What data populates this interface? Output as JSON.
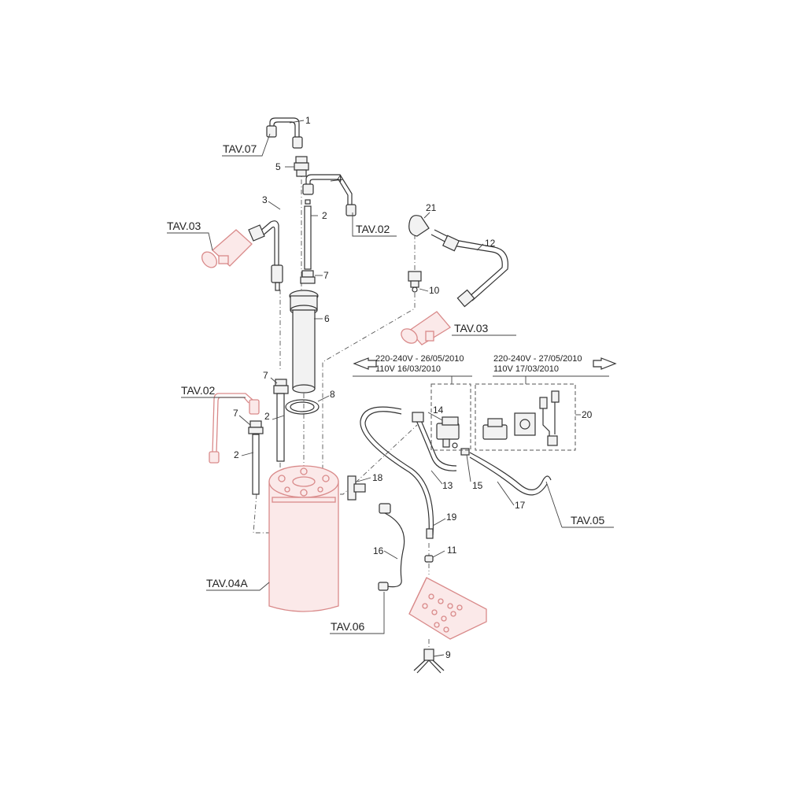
{
  "callouts": {
    "n1": "1",
    "n2a": "2",
    "n2b": "2",
    "n2c": "2",
    "n3": "3",
    "n4": "4",
    "n5": "5",
    "n6": "6",
    "n7a": "7",
    "n7b": "7",
    "n7c": "7",
    "n8": "8",
    "n9": "9",
    "n10": "10",
    "n11": "11",
    "n12": "12",
    "n13": "13",
    "n14": "14",
    "n15": "15",
    "n16": "16",
    "n17": "17",
    "n18": "18",
    "n19": "19",
    "n20": "20",
    "n21": "21"
  },
  "references": {
    "tav07": "TAV.07",
    "tav03_left": "TAV.03",
    "tav02_top": "TAV.02",
    "tav03_right": "TAV.03",
    "tav02_left": "TAV.02",
    "tav05": "TAV.05",
    "tav04a": "TAV.04A",
    "tav06": "TAV.06"
  },
  "version_notes": {
    "left_line1": "220-240V - 26/05/2010",
    "left_line2": "110V 16/03/2010",
    "right_line1": "220-240V - 27/05/2010",
    "right_line2": "110V 17/03/2010"
  },
  "colors": {
    "line": "#333333",
    "highlight": "#d98a8a",
    "highlight_fill": "#fbe9e9"
  }
}
